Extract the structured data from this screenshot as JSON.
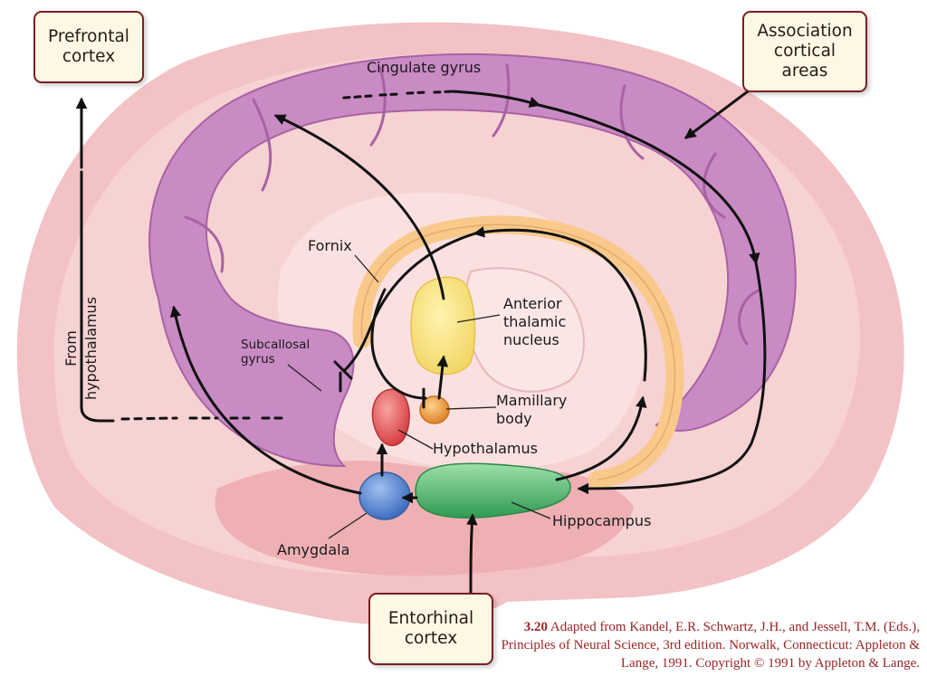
{
  "boxes": {
    "prefrontal": [
      "Prefrontal",
      "cortex"
    ],
    "association": [
      "Association",
      "cortical",
      "areas"
    ],
    "entorhinal": [
      "Entorhinal",
      "cortex"
    ]
  },
  "labels": {
    "cingulate_gyrus": "Cingulate gyrus",
    "fornix": "Fornix",
    "anterior_thalamic": [
      "Anterior",
      "thalamic",
      "nucleus"
    ],
    "subcallosal": [
      "Subcallosal",
      "gyrus"
    ],
    "mamillary": [
      "Mamillary",
      "body"
    ],
    "hypothalamus": "Hypothalamus",
    "hippocampus": "Hippocampus",
    "amygdala": "Amygdala",
    "from_hypothalamus": [
      "From",
      "hypothalamus"
    ]
  },
  "caption": {
    "figure_number": "3.20",
    "text": "Adapted from Kandel, E.R. Schwartz, J.H., and Jessell, T.M. (Eds.), Principles of Neural Science, 3rd edition. Norwalk, Connecticut: Appleton & Lange, 1991. Copyright © 1991 by Appleton & Lange."
  },
  "colors": {
    "cingulate": "#c98bc4",
    "fornix": "#f8c98a",
    "thalamic_nucleus": "#f8e27a",
    "mamillary_body": "#e8912f",
    "hypothalamus": "#e0474a",
    "amygdala": "#4f7fd0",
    "hippocampus": "#3fae62",
    "brain_tissue": "#f3c2c4",
    "callout_border": "#7a1f1f",
    "caption_text": "#9a2424"
  }
}
